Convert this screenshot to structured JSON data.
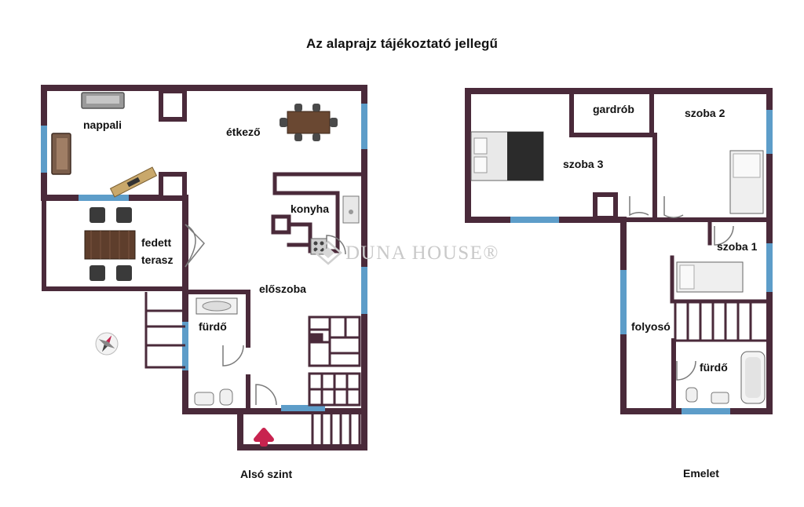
{
  "title": "Az alaprajz tájékoztató jellegű",
  "levels": {
    "ground": "Alsó szint",
    "upper": "Emelet"
  },
  "rooms": {
    "nappali": "nappali",
    "etkezo": "étkező",
    "konyha": "konyha",
    "fedett": "fedett",
    "terasz": "terasz",
    "eloszoba": "előszoba",
    "furdo_ground": "fürdő",
    "gardrob": "gardrób",
    "szoba2": "szoba 2",
    "szoba3": "szoba 3",
    "szoba1": "szoba 1",
    "folyoso": "folyosó",
    "furdo_upper": "fürdő"
  },
  "watermark": "DUNA HOUSE®",
  "colors": {
    "wall": "#4a2a3a",
    "window": "#5d9dc9",
    "entry_arrow": "#c8234f",
    "furniture_wood": "#6a4832",
    "watermark": "#c9c9c9"
  }
}
